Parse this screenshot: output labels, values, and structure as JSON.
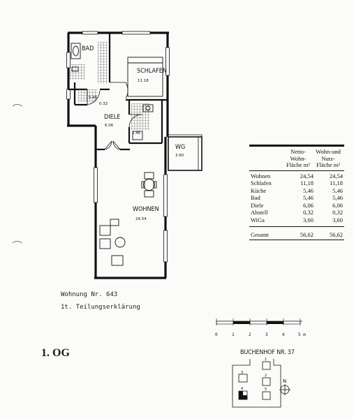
{
  "rooms": [
    {
      "id": "bad",
      "label": "BAD",
      "area": ""
    },
    {
      "id": "schlafen",
      "label": "SCHLAFEN",
      "area": "11.18"
    },
    {
      "id": "kueche",
      "label": "",
      "area": "5.46"
    },
    {
      "id": "diele",
      "label": "DIELE",
      "area": "6.06"
    },
    {
      "id": "bad-area",
      "label": "",
      "area": "5.46"
    },
    {
      "id": "abstell",
      "label": "",
      "area": "0.32"
    },
    {
      "id": "wg",
      "label": "WG",
      "area": "3.60"
    },
    {
      "id": "wohnen",
      "label": "WOHNEN",
      "area": "24.54"
    }
  ],
  "area_table": {
    "header_col1": [
      "Netto-",
      "Wohn-",
      "Fläche m²"
    ],
    "header_col2": [
      "Wohn-und",
      "Nutz-",
      "Fläche m²"
    ],
    "rows": [
      {
        "name": "Wohnen",
        "netto": "24,54",
        "nutz": "24,54"
      },
      {
        "name": "Schlafen",
        "netto": "11,18",
        "nutz": "11,18"
      },
      {
        "name": "Küche",
        "netto": "5,46",
        "nutz": "5,46"
      },
      {
        "name": "Bad",
        "netto": "5,46",
        "nutz": "5,46"
      },
      {
        "name": "Diele",
        "netto": "6,06",
        "nutz": "6,06"
      },
      {
        "name": "Abstell",
        "netto": "0,32",
        "nutz": "0,32"
      },
      {
        "name": "WiGa",
        "netto": "3,60",
        "nutz": "3,60"
      }
    ],
    "total": {
      "name": "Gesamt",
      "netto": "56,62",
      "nutz": "56,62"
    }
  },
  "apartment": {
    "number_text": "Wohnung Nr. 643",
    "declaration_text": "1t. Teilungserklärung"
  },
  "scale_bar": {
    "ticks": [
      "0",
      "1",
      "2",
      "3",
      "4",
      "5 m"
    ]
  },
  "floor": "1. OG",
  "site_plan": {
    "address": "BUCHENHOF NR. 37",
    "building_numbers": [
      "1",
      "2",
      "3",
      "4",
      "5"
    ],
    "north_label": "N"
  }
}
